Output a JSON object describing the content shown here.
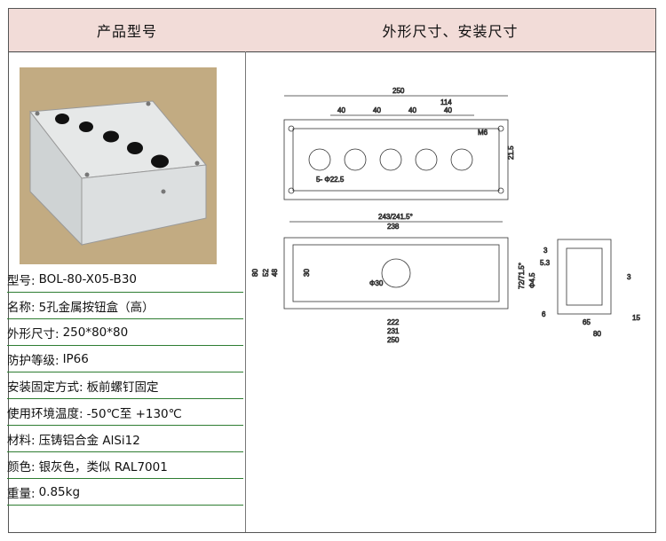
{
  "header": {
    "left": "产品型号",
    "right": "外形尺寸、安装尺寸"
  },
  "specs": [
    {
      "label": "型号:",
      "value": "BOL-80-X05-B30"
    },
    {
      "label": "名称:",
      "value": "5孔金属按钮盒（高）"
    },
    {
      "label": "外形尺寸:",
      "value": "250*80*80"
    },
    {
      "label": "防护等级:",
      "value": "IP66"
    },
    {
      "label": "安装固定方式:",
      "value": "板前螺钉固定"
    },
    {
      "label": "使用环境温度:",
      "value": "-50℃至 +130℃"
    },
    {
      "label": "材料:",
      "value": "压铸铝合金  AlSi12"
    },
    {
      "label": "颜色:",
      "value": "银灰色，类似 RAL7001"
    },
    {
      "label": "重量:",
      "value": "0.85kg"
    }
  ],
  "drawing": {
    "top": {
      "overall": "250",
      "pitch": "40",
      "offset": "114",
      "thread": "M6",
      "height": "21.5",
      "holes": "5- Φ22.5"
    },
    "front": {
      "top": "243/241.5°",
      "inner_top": "238",
      "left_h": "80",
      "h2": "52",
      "h3": "48",
      "h4": "30",
      "hole": "Φ30",
      "bottom1": "222",
      "bottom2": "231",
      "bottom3": "250",
      "right_h": "72/71.5°"
    },
    "side": {
      "d3": "3",
      "d53": "5.3",
      "d45": "Φ4.5",
      "d3b": "3",
      "d6": "6",
      "d65": "65",
      "d80": "80",
      "d15": "15"
    }
  }
}
